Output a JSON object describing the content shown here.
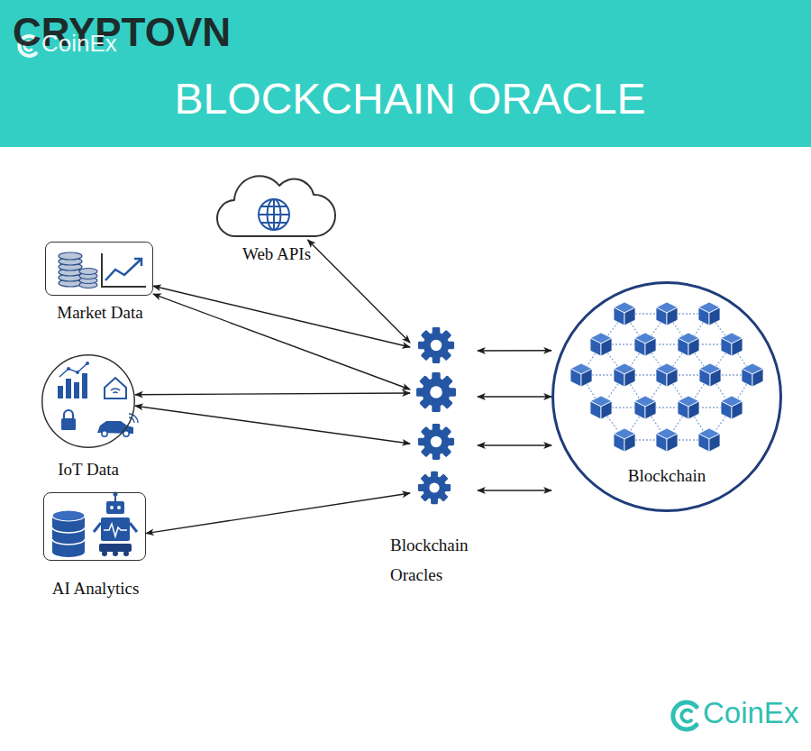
{
  "diagram": {
    "title": "BLOCKCHAIN ORACLE",
    "nodes": [
      {
        "text": [
          "Web APIs"
        ]
      },
      {
        "text": [
          "Market Data"
        ]
      },
      {
        "text": [
          "IoT Data"
        ]
      },
      {
        "text": [
          "AI Analytics"
        ]
      },
      {
        "text": [
          "Blockchain Oracles"
        ]
      },
      {
        "text": [
          "Blockchain"
        ]
      }
    ],
    "edges": [
      {
        "from": 0,
        "to": 4,
        "arrow": "both"
      },
      {
        "from": 1,
        "to": 4,
        "arrow": "both"
      },
      {
        "from": 1,
        "to": 4,
        "arrow": "both"
      },
      {
        "from": 2,
        "to": 4,
        "arrow": "both"
      },
      {
        "from": 2,
        "to": 4,
        "arrow": "both"
      },
      {
        "from": 3,
        "to": 4,
        "arrow": "both"
      },
      {
        "from": 4,
        "to": 5,
        "arrow": "both"
      },
      {
        "from": 4,
        "to": 5,
        "arrow": "both"
      },
      {
        "from": 4,
        "to": 5,
        "arrow": "both"
      },
      {
        "from": 4,
        "to": 5,
        "arrow": "both"
      }
    ],
    "labels": [
      "CRYPTOVN",
      "CoinEx",
      "CoinEx"
    ]
  }
}
